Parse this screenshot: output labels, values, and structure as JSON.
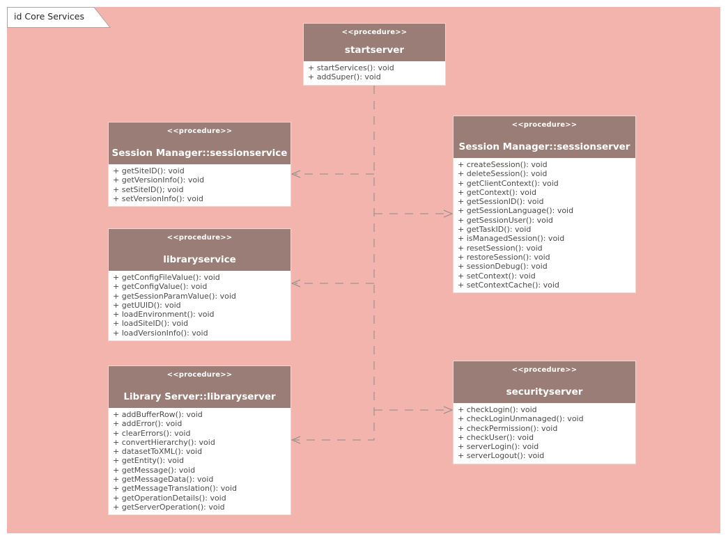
{
  "frame": {
    "label": "id Core Services"
  },
  "colors": {
    "canvas_background": "#F3B4AD",
    "class_header": "#997D76",
    "class_body": "#FFFFFF",
    "connector": "#8A8A8A",
    "method_text": "#4A4A48",
    "title_text": "#FFFFFF",
    "tab_text": "#26262B"
  },
  "classes": [
    {
      "stereotype": "<<procedure>>",
      "name": "startserver",
      "methods": [
        "+ startServices(): void",
        "+ addSuper(): void"
      ]
    },
    {
      "stereotype": "<<procedure>>",
      "name": "Session Manager::sessionservice",
      "methods": [
        "+ getSiteID(): void",
        "+ getVersionInfo(): void",
        "+ setSiteID(); void",
        "+ setVersionInfo(): void"
      ]
    },
    {
      "stereotype": "<<procedure>>",
      "name": "libraryservice",
      "methods": [
        "+ getConfigFileValue(): void",
        "+ getConfigValue(): void",
        "+ getSessionParamValue(): void",
        "+ getUUID(): void",
        "+ loadEnvironment(): void",
        "+ loadSiteID(): void",
        "+ loadVersionInfo(): void"
      ]
    },
    {
      "stereotype": "<<procedure>>",
      "name": "Library Server::libraryserver",
      "methods": [
        "+ addBufferRow(): void",
        "+ addError(): void",
        "+ clearErrors(): void",
        "+ convertHierarchy(): void",
        "+ datasetToXML(): void",
        "+ getEntity(): void",
        "+ getMessage(): void",
        "+ getMessageData(): void",
        "+ getMessageTranslation(): void",
        "+ getOperationDetails(): void",
        "+ getServerOperation(): void"
      ]
    },
    {
      "stereotype": "<<procedure>>",
      "name": "Session Manager::sessionserver",
      "methods": [
        "+ createSession(): void",
        "+ deleteSession(): void",
        "+ getClientContext(): void",
        "+ getContext(): void",
        "+ getSessionID(): void",
        "+ getSessionLanguage(): void",
        "+ getSessionUser(): void",
        "+ getTaskID(): void",
        "+ isManagedSession(): void",
        "+ resetSession(): void",
        "+ restoreSession(): void",
        "+ sessionDebug(): void",
        "+ setContext(): void",
        "+ setContextCache(): void"
      ]
    },
    {
      "stereotype": "<<procedure>>",
      "name": "securityserver",
      "methods": [
        "+ checkLogin(): void",
        "+ checkLoginUnmanaged(): void",
        "+ checkPermission(): void",
        "+ checkUser(): void",
        "+ serverLogin(): void",
        "+ serverLogout(): void"
      ]
    }
  ]
}
